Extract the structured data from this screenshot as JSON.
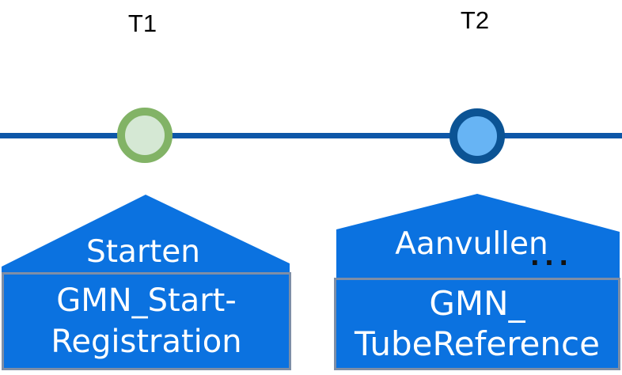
{
  "diagram": {
    "type": "timeline",
    "milestones": [
      {
        "time_label": "T1",
        "action_label": "Starten",
        "step_line1": "GMN_Start-",
        "step_line2": "Registration",
        "marker_fill": "#d5e8d4",
        "marker_stroke": "#82b366"
      },
      {
        "time_label": "T2",
        "action_label": "Aanvullen",
        "overflow_indicator": "...",
        "step_line1": "GMN_",
        "step_line2": "TubeReference",
        "marker_fill": "#67b4f4",
        "marker_stroke": "#0b5394"
      }
    ],
    "colors": {
      "background": "#ffffff",
      "timeline_line": "#0d57a8",
      "shape_blue": "#0b72e0",
      "box_border": "#7e8ea6",
      "label_text": "#ffffff",
      "time_text": "#000000",
      "ellipsis_text": "#121212"
    }
  }
}
